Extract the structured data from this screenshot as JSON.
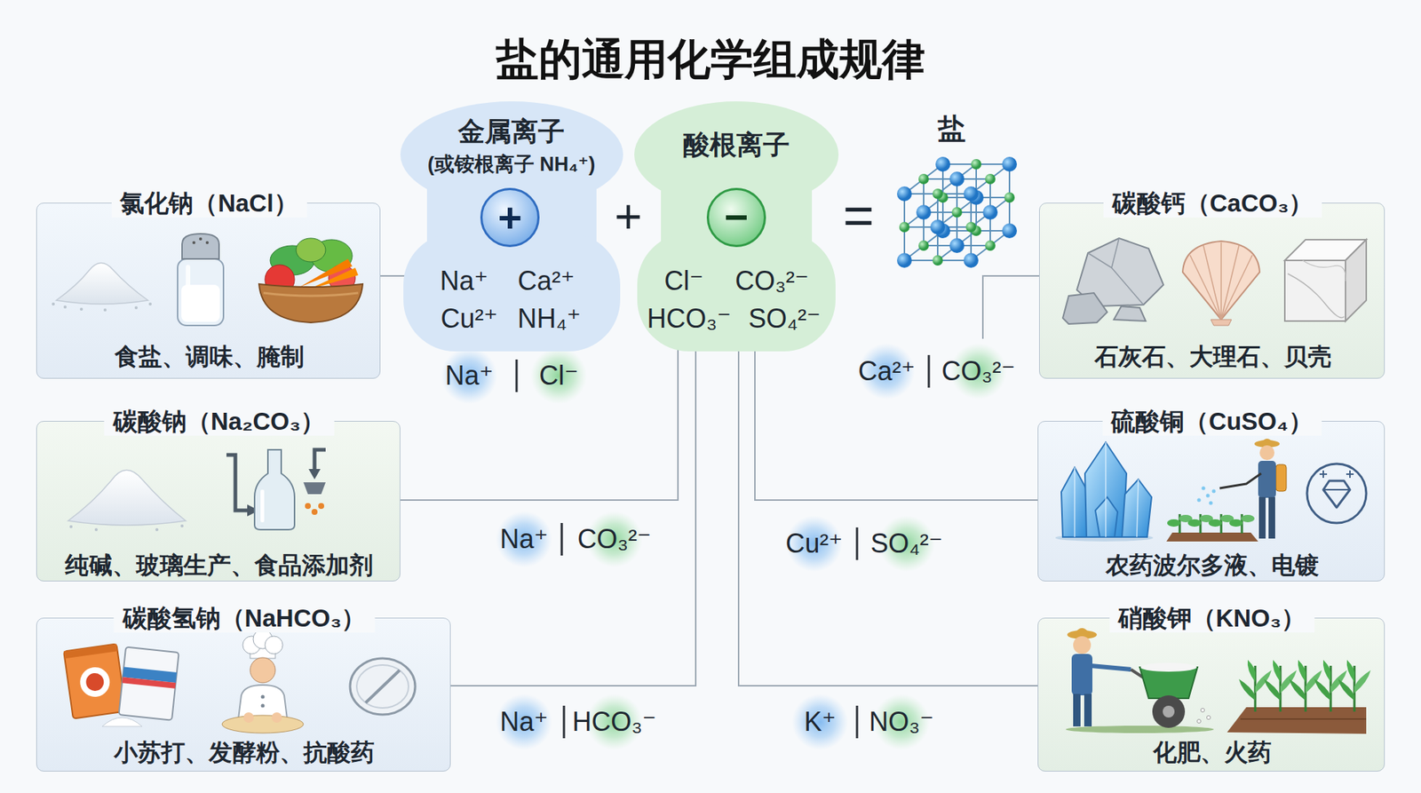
{
  "diagram": {
    "title": "盐的通用化学组成规律",
    "nodes": [
      {
        "text": [
          "金属离子",
          "(或铵根离子 NH₄⁺)",
          "Na⁺",
          "Ca²⁺",
          "Cu²⁺",
          "NH₄⁺"
        ]
      },
      {
        "text": [
          "+"
        ],
        "in": 0
      },
      {
        "text": [
          "酸根离子",
          "Cl⁻",
          "CO₃²⁻",
          "HCO₃⁻",
          "SO₄²⁻"
        ]
      },
      {
        "text": [
          "−"
        ],
        "in": 2
      },
      {
        "text": [
          "氯化钠（NaCl）",
          "食盐、调味、腌制"
        ]
      },
      {
        "text": [
          "碳酸钠（Na₂CO₃）",
          "纯碱、玻璃生产、食品添加剂"
        ]
      },
      {
        "text": [
          "碳酸氢钠（NaHCO₃）",
          "小苏打、发酵粉、抗酸药"
        ]
      },
      {
        "text": [
          "碳酸钙（CaCO₃）",
          "石灰石、大理石、贝壳"
        ]
      },
      {
        "text": [
          "硫酸铜（CuSO₄）",
          "农药波尔多液、电镀"
        ]
      },
      {
        "text": [
          "硝酸钾（KNO₃）",
          "化肥、火药"
        ]
      }
    ],
    "edges": [
      {
        "from": 4,
        "to": 0,
        "arrow": "none"
      },
      {
        "from": 5,
        "to": 2,
        "arrow": "none"
      },
      {
        "from": 6,
        "to": 2,
        "arrow": "none"
      },
      {
        "from": 8,
        "to": 2,
        "arrow": "none"
      },
      {
        "from": 9,
        "to": 2,
        "arrow": "none"
      }
    ],
    "labels": [
      "+",
      "=",
      "盐",
      "Na⁺",
      "Cl⁻",
      "Ca²⁺",
      "CO₃²⁻",
      "Na⁺",
      "CO₃²⁻",
      "Cu²⁺",
      "SO₄²⁻",
      "Na⁺",
      "HCO₃⁻",
      "K⁺",
      "NO₃⁻"
    ]
  }
}
